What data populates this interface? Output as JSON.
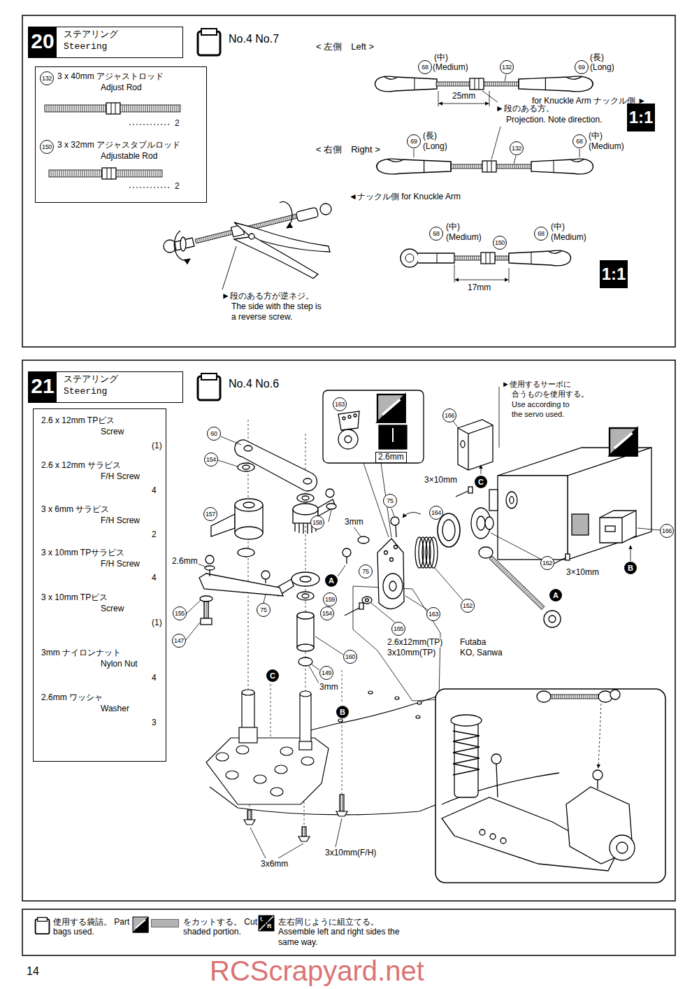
{
  "diagram": {
    "nodes": [
      {
        "text": [
          "20",
          "ステアリング",
          "Steering"
        ]
      },
      {
        "text": [
          "132",
          "3 x 40mm アジャストロッド",
          "Adjust Rod",
          "2",
          "150",
          "3 x 32mm アジャスタブルロッド",
          "Adjustable Rod",
          "2"
        ]
      },
      {
        "text": [
          "21",
          "ステアリング",
          "Steering"
        ]
      },
      {
        "text": [
          "2.6 x 12mm TPビス",
          "Screw",
          "(1)",
          "2.6 x 12mm サラビス",
          "F/H Screw",
          "4",
          "3 x 6mm サラビス",
          "F/H Screw",
          "2",
          "3 x 10mm TPサラビス",
          "F/H Screw",
          "4",
          "3 x 10mm TPビス",
          "Screw",
          "(1)",
          "3mm ナイロンナット",
          "Nylon Nut",
          "4",
          "2.6mm ワッシャ",
          "Washer",
          "3"
        ]
      }
    ],
    "labels": [
      "No.4 No.7",
      "< 左側　Left >",
      "68",
      "(中)",
      "(Medium)",
      "132",
      "69",
      "(長)",
      "(Long)",
      "25mm",
      "for Knuckle Arm ナックル側 ►",
      "►段のある方。",
      "Projection. Note direction.",
      "1:1",
      "< 右側　Right >",
      "69",
      "(長)",
      "(Long)",
      "132",
      "68",
      "(中)",
      "(Medium)",
      "◄ナックル側 for Knuckle Arm",
      "68",
      "(中)",
      "(Medium)",
      "150",
      "68",
      "(中)",
      "(Medium)",
      "17mm",
      "1:1",
      "►段のある方が逆ネジ。",
      "The side with the step is",
      "a reverse screw.",
      "No.4 No.6",
      "163",
      "2.6mm",
      "166",
      "►使用するサーボに",
      "合うものを使用する。",
      "Use according to",
      "the servo used.",
      "3×10mm",
      "C",
      "75",
      "3mm",
      "164",
      "166",
      "162",
      "3×10mm",
      "B",
      "60",
      "154",
      "157",
      "158",
      "A",
      "75",
      "159",
      "154",
      "2.6mm",
      "75",
      "155",
      "147",
      "149",
      "160",
      "165",
      "163",
      "152",
      "2.6x12mm(TP)",
      "Futaba",
      "3x10mm(TP)",
      "KO, Sanwa",
      "A",
      "3mm",
      "C",
      "B",
      "3x6mm",
      "3x10mm(F/H)",
      "RCScrapyard.net",
      "14",
      "L",
      "R"
    ],
    "legend": [
      {
        "text": "使用する袋詰。 Part bags used."
      },
      {
        "text": "をカットする。 Cut off shaded portion.",
        "color": "#b3b3b3"
      },
      {
        "text": "左右同じように組立てる。 Assemble left and right sides the same way."
      }
    ]
  }
}
